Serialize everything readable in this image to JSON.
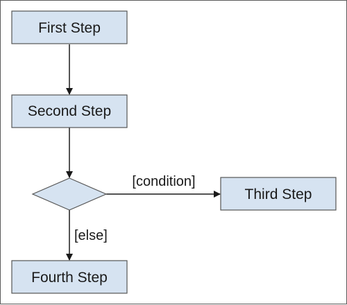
{
  "colors": {
    "node_fill": "#d6e3f1",
    "node_stroke": "#555555",
    "edge": "#1a1a1a",
    "frame": "#5a5a5a"
  },
  "nodes": {
    "first_step": "First Step",
    "second_step": "Second Step",
    "third_step": "Third Step",
    "fourth_step": "Fourth Step"
  },
  "edges": {
    "condition_label": "[condition]",
    "else_label": "[else]"
  }
}
